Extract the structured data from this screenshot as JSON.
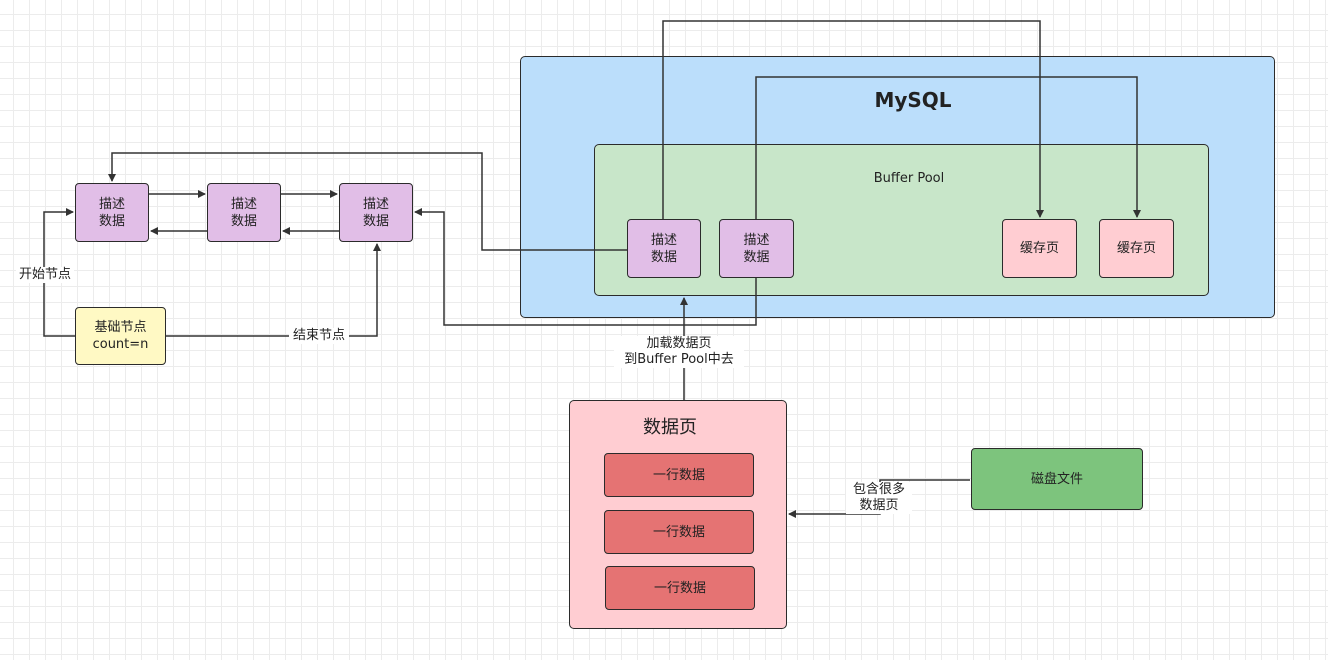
{
  "mysql": {
    "title": "MySQL"
  },
  "buffer_pool": {
    "title": "Buffer Pool",
    "desc_nodes": [
      {
        "line1": "描述",
        "line2": "数据"
      },
      {
        "line1": "描述",
        "line2": "数据"
      }
    ],
    "cache_pages": [
      "缓存页",
      "缓存页"
    ]
  },
  "linked_list": {
    "nodes": [
      {
        "line1": "描述",
        "line2": "数据"
      },
      {
        "line1": "描述",
        "line2": "数据"
      },
      {
        "line1": "描述",
        "line2": "数据"
      }
    ],
    "base_node": {
      "line1": "基础节点",
      "line2": "count=n"
    },
    "start_label": "开始节点",
    "end_label": "结束节点"
  },
  "load_label": {
    "line1": "加载数据页",
    "line2": "到Buffer Pool中去"
  },
  "data_page": {
    "title": "数据页",
    "rows": [
      "一行数据",
      "一行数据",
      "一行数据"
    ]
  },
  "disk_file": {
    "label": "磁盘文件"
  },
  "contains_label": {
    "line1": "包含很多",
    "line2": "数据页"
  },
  "colors": {
    "mysql_bg": "#bbdefb",
    "buffer_pool_bg": "#c8e6c9",
    "desc_bg": "#e1bee7",
    "cache_bg": "#ffcdd2",
    "data_page_bg": "#ffcdd2",
    "row_bg": "#e57373",
    "base_node_bg": "#fff9c4",
    "disk_bg": "#7dc47d"
  }
}
